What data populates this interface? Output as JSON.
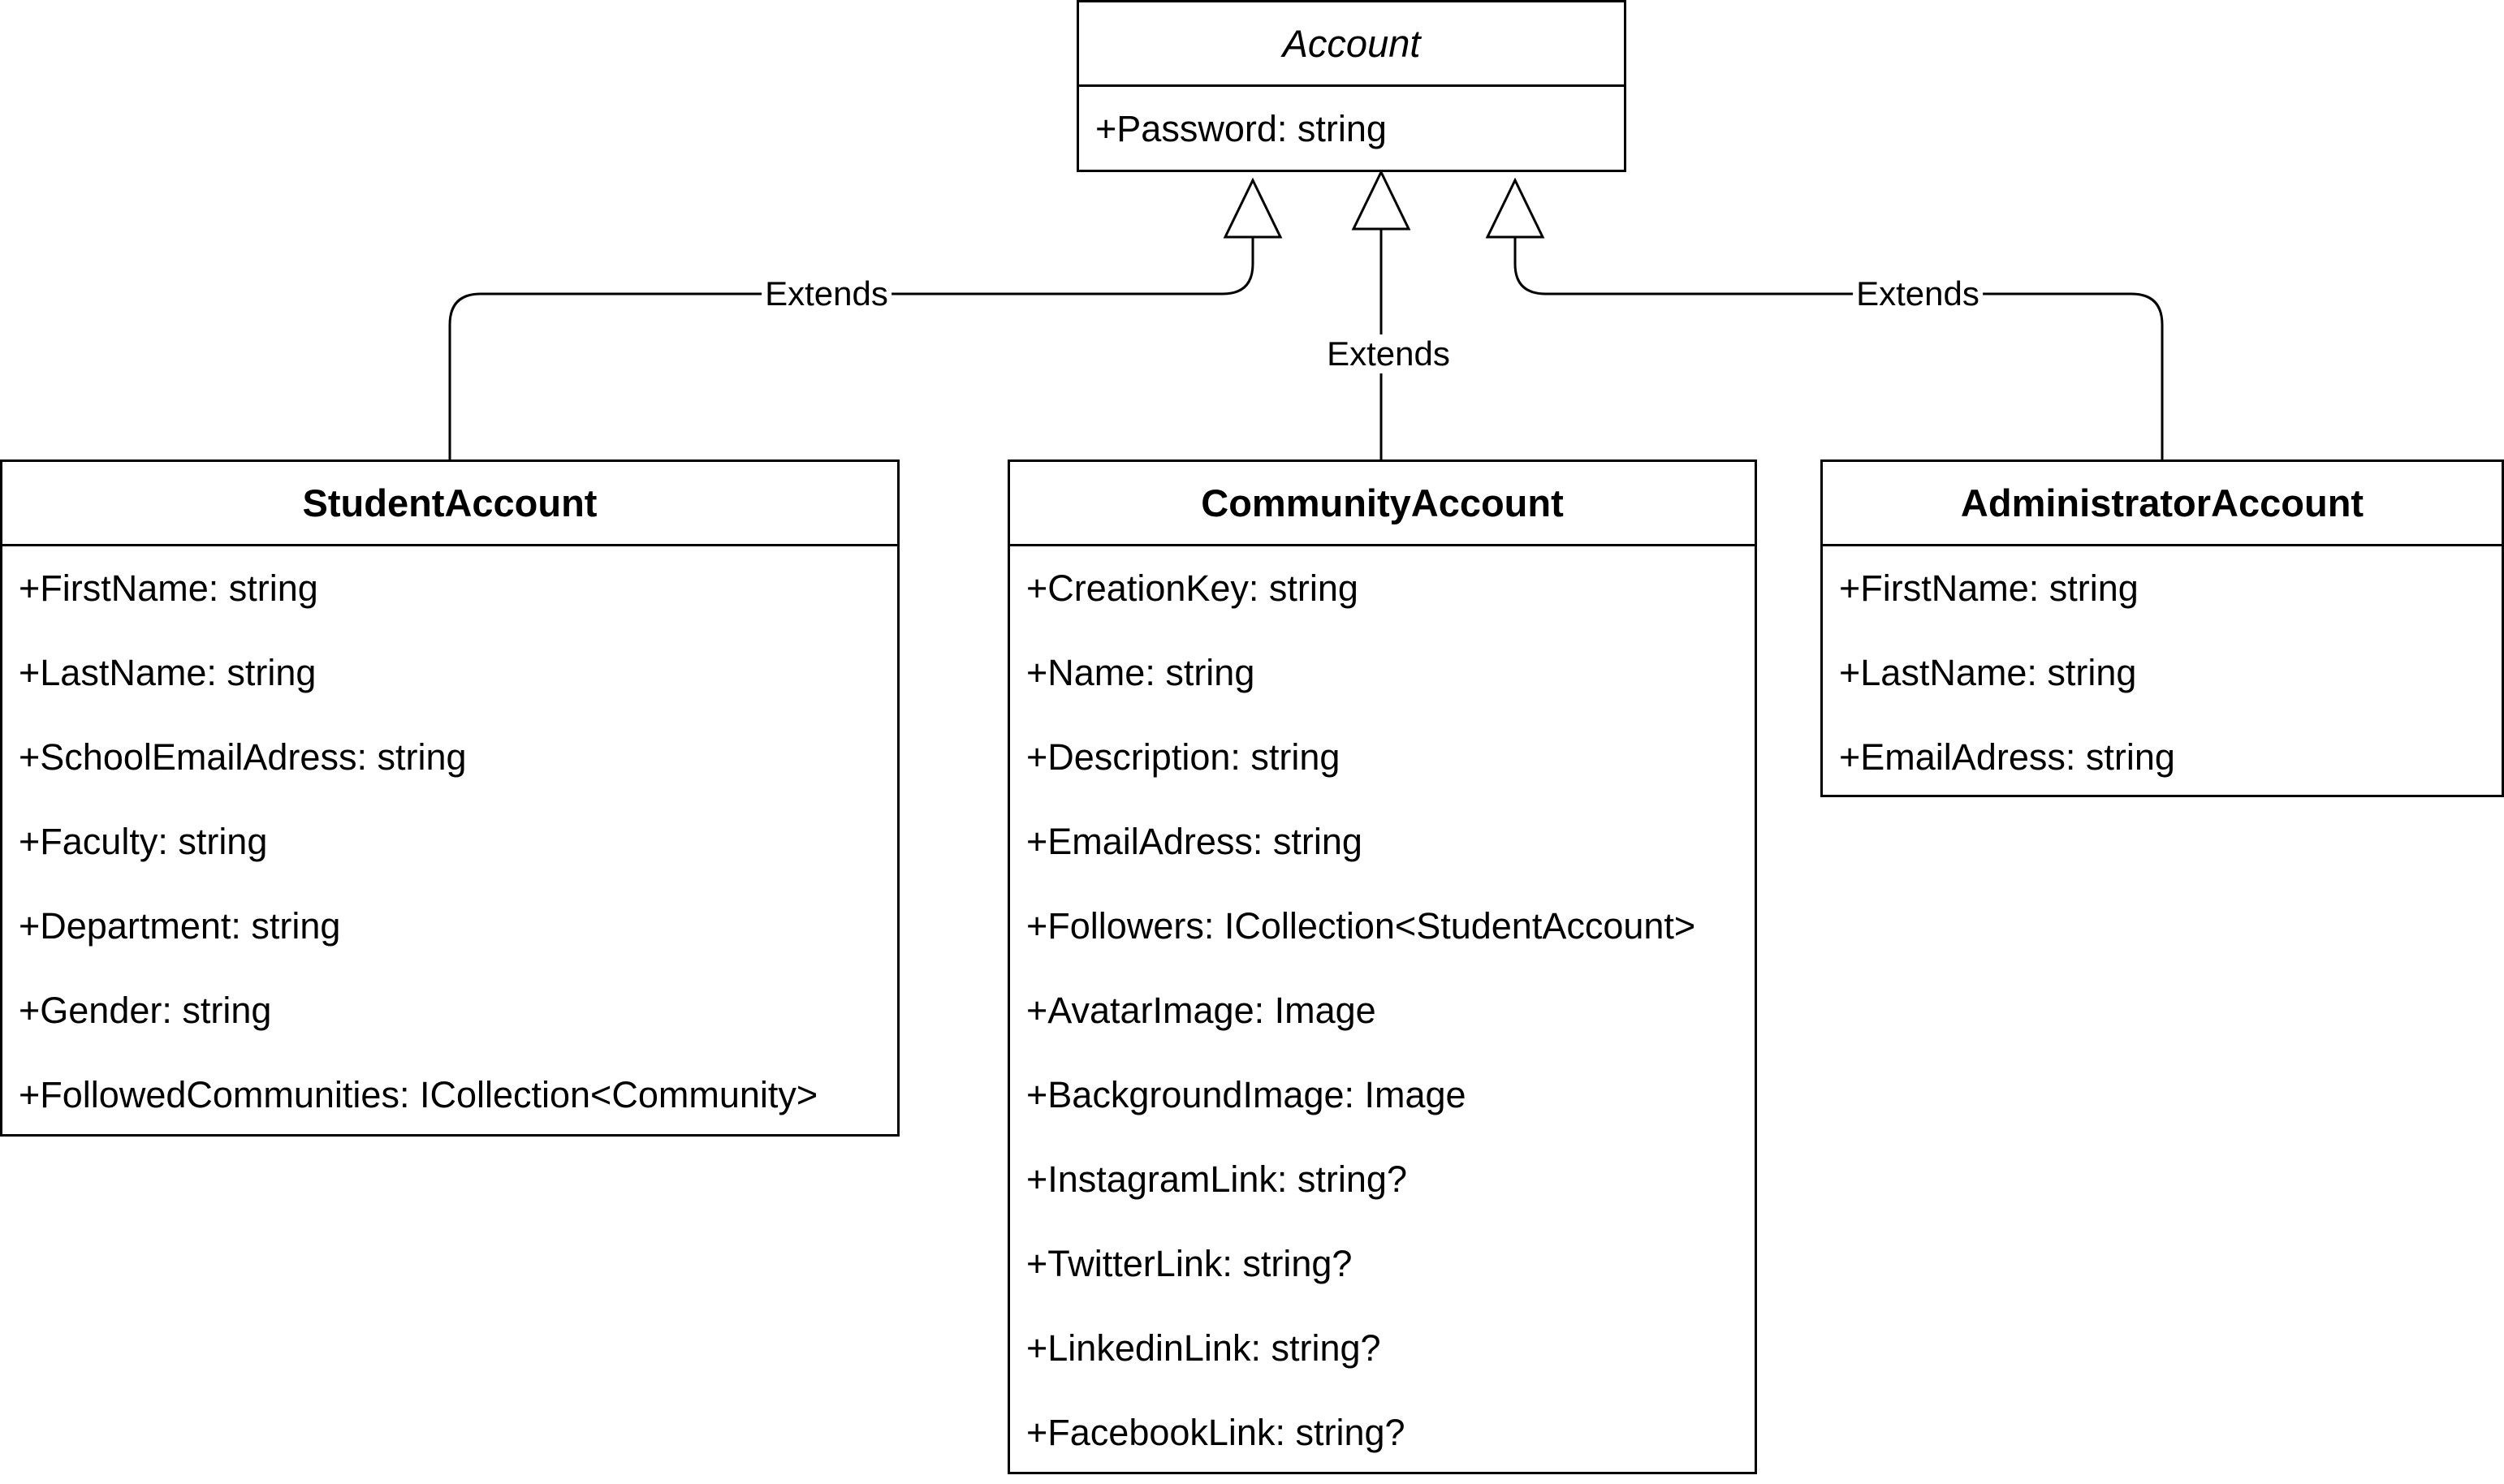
{
  "classes": {
    "account": {
      "name": "Account",
      "attributes": [
        "+Password: string"
      ]
    },
    "student": {
      "name": "StudentAccount",
      "attributes": [
        "+FirstName: string",
        "+LastName: string",
        "+SchoolEmailAdress: string",
        "+Faculty: string",
        "+Department: string",
        "+Gender: string",
        "+FollowedCommunities: ICollection<Community>"
      ]
    },
    "community": {
      "name": "CommunityAccount",
      "attributes": [
        "+CreationKey: string",
        "+Name: string",
        "+Description: string",
        "+EmailAdress: string",
        "+Followers: ICollection<StudentAccount>",
        "+AvatarImage: Image",
        "+BackgroundImage: Image",
        "+InstagramLink: string?",
        "+TwitterLink: string?",
        "+LinkedinLink: string?",
        "+FacebookLink: string?"
      ]
    },
    "administrator": {
      "name": "AdministratorAccount",
      "attributes": [
        "+FirstName: string",
        "+LastName: string",
        "+EmailAdress: string"
      ]
    }
  },
  "edges": [
    {
      "from": "StudentAccount",
      "to": "Account",
      "label": "Extends"
    },
    {
      "from": "CommunityAccount",
      "to": "Account",
      "label": "Extends"
    },
    {
      "from": "AdministratorAccount",
      "to": "Account",
      "label": "Extends"
    }
  ]
}
